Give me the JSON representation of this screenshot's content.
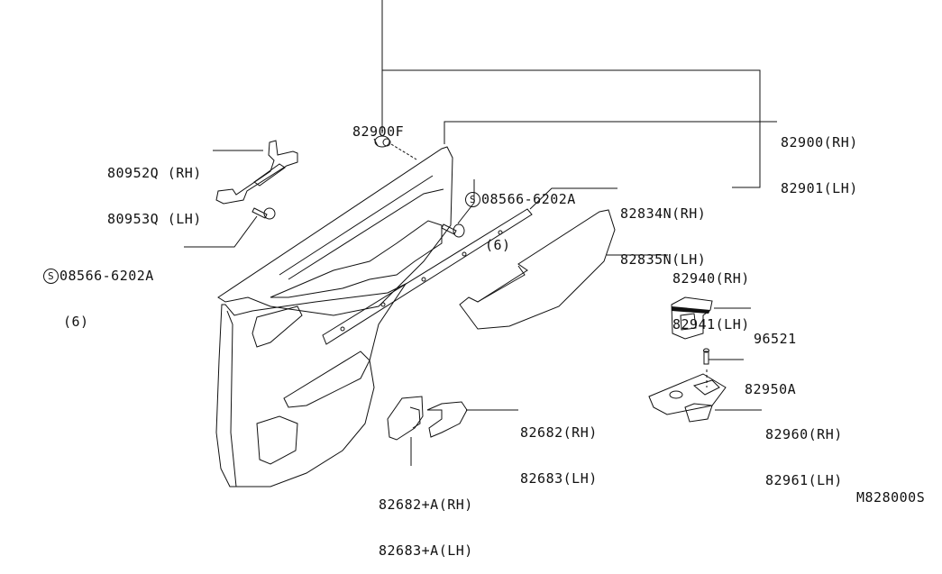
{
  "diagram": {
    "diagram_code": "M828000S",
    "callouts": {
      "clip": {
        "lines": [
          "82900F"
        ]
      },
      "door_finisher": {
        "lines": [
          "82900(RH)",
          "82901(LH)"
        ]
      },
      "bracket": {
        "lines": [
          "80952Q (RH)",
          "80953Q (LH)"
        ]
      },
      "screw_left": {
        "symbol": "S",
        "lines": [
          "08566-6202A",
          "(6)"
        ]
      },
      "screw_right": {
        "symbol": "S",
        "lines": [
          "08566-6202A",
          "(6)"
        ]
      },
      "strip": {
        "lines": [
          "82834N(RH)",
          "82835N(LH)"
        ]
      },
      "armrest": {
        "lines": [
          "82940(RH)",
          "82941(LH)"
        ]
      },
      "switch": {
        "lines": [
          "96521"
        ]
      },
      "screw_small": {
        "lines": [
          "82950A"
        ]
      },
      "switch_bezel": {
        "lines": [
          "82960(RH)",
          "82961(LH)"
        ]
      },
      "handle": {
        "lines": [
          "82682(RH)",
          "82683(LH)"
        ]
      },
      "handle_escutcheon": {
        "lines": [
          "82682+A(RH)",
          "82683+A(LH)"
        ]
      }
    },
    "colors": {
      "line": "#111111",
      "background": "#ffffff"
    }
  }
}
